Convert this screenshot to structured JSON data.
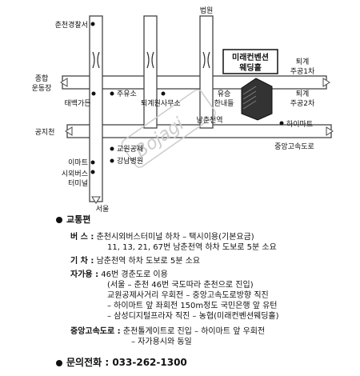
{
  "map": {
    "labels": {
      "police": "춘천경찰서",
      "court": "법원",
      "jonghap1": "종합",
      "jonghap2": "운동장",
      "taebaek": "태백가든",
      "gas": "주유소",
      "toegye_office": "퇴계원사무소",
      "yusung1": "유승",
      "yusung2": "한내들",
      "toegye1_1": "퇴계",
      "toegye1_2": "주공1차",
      "toegye2_1": "퇴계",
      "toegye2_2": "주공2차",
      "station": "남춘천역",
      "himart": "하이마트",
      "gongji": "공지천",
      "expressway": "중앙고속도로",
      "emart": "이마트",
      "terminal1": "시외버스",
      "terminal2": "터미널",
      "gyowon": "교원공제",
      "gangnam": "강남병원",
      "seoul": "서울",
      "watermark": "Bojagi",
      "venue1": "미래컨벤션",
      "venue2": "웨딩홀"
    }
  },
  "info": {
    "traffic_title": "교통편",
    "bus_label": "버  스 :",
    "bus_line1": "춘천시외버스터미널 하차 – 택시이용(기본요금)",
    "bus_line2": "11, 13, 21, 67번 남춘천역 하차 도보로 5분 소요",
    "train_label": "기  차 :",
    "train_line1": "남춘천역 하차 도보로 5분 소요",
    "car_label": "자가용 :",
    "car_line1": "46번 경춘도로 이용",
    "car_line2": "(서울 – 춘천 46번 국도따라 춘천으로 진입)",
    "car_line3": "교원공제사거리 우회전 – 중앙고속도로방향 직진",
    "car_line4": "– 하이마트 앞 좌회전 150m정도 국민은행 앞 유턴",
    "car_line5": "– 삼성디지털프라자 직진 – 농협(미래컨벤션웨딩홀)",
    "exp_label": "중앙고속도로 :",
    "exp_line1": "춘천톨게이트로 진입 – 하이마트 앞 우회전",
    "exp_line2": "– 자가용시와 동일",
    "phone_label": "문의전화 :",
    "phone_number": "033-262-1300"
  },
  "colors": {
    "road_fill": "#ffffff",
    "road_stroke": "#444444",
    "text": "#111111",
    "watermark": "#cccccc"
  }
}
